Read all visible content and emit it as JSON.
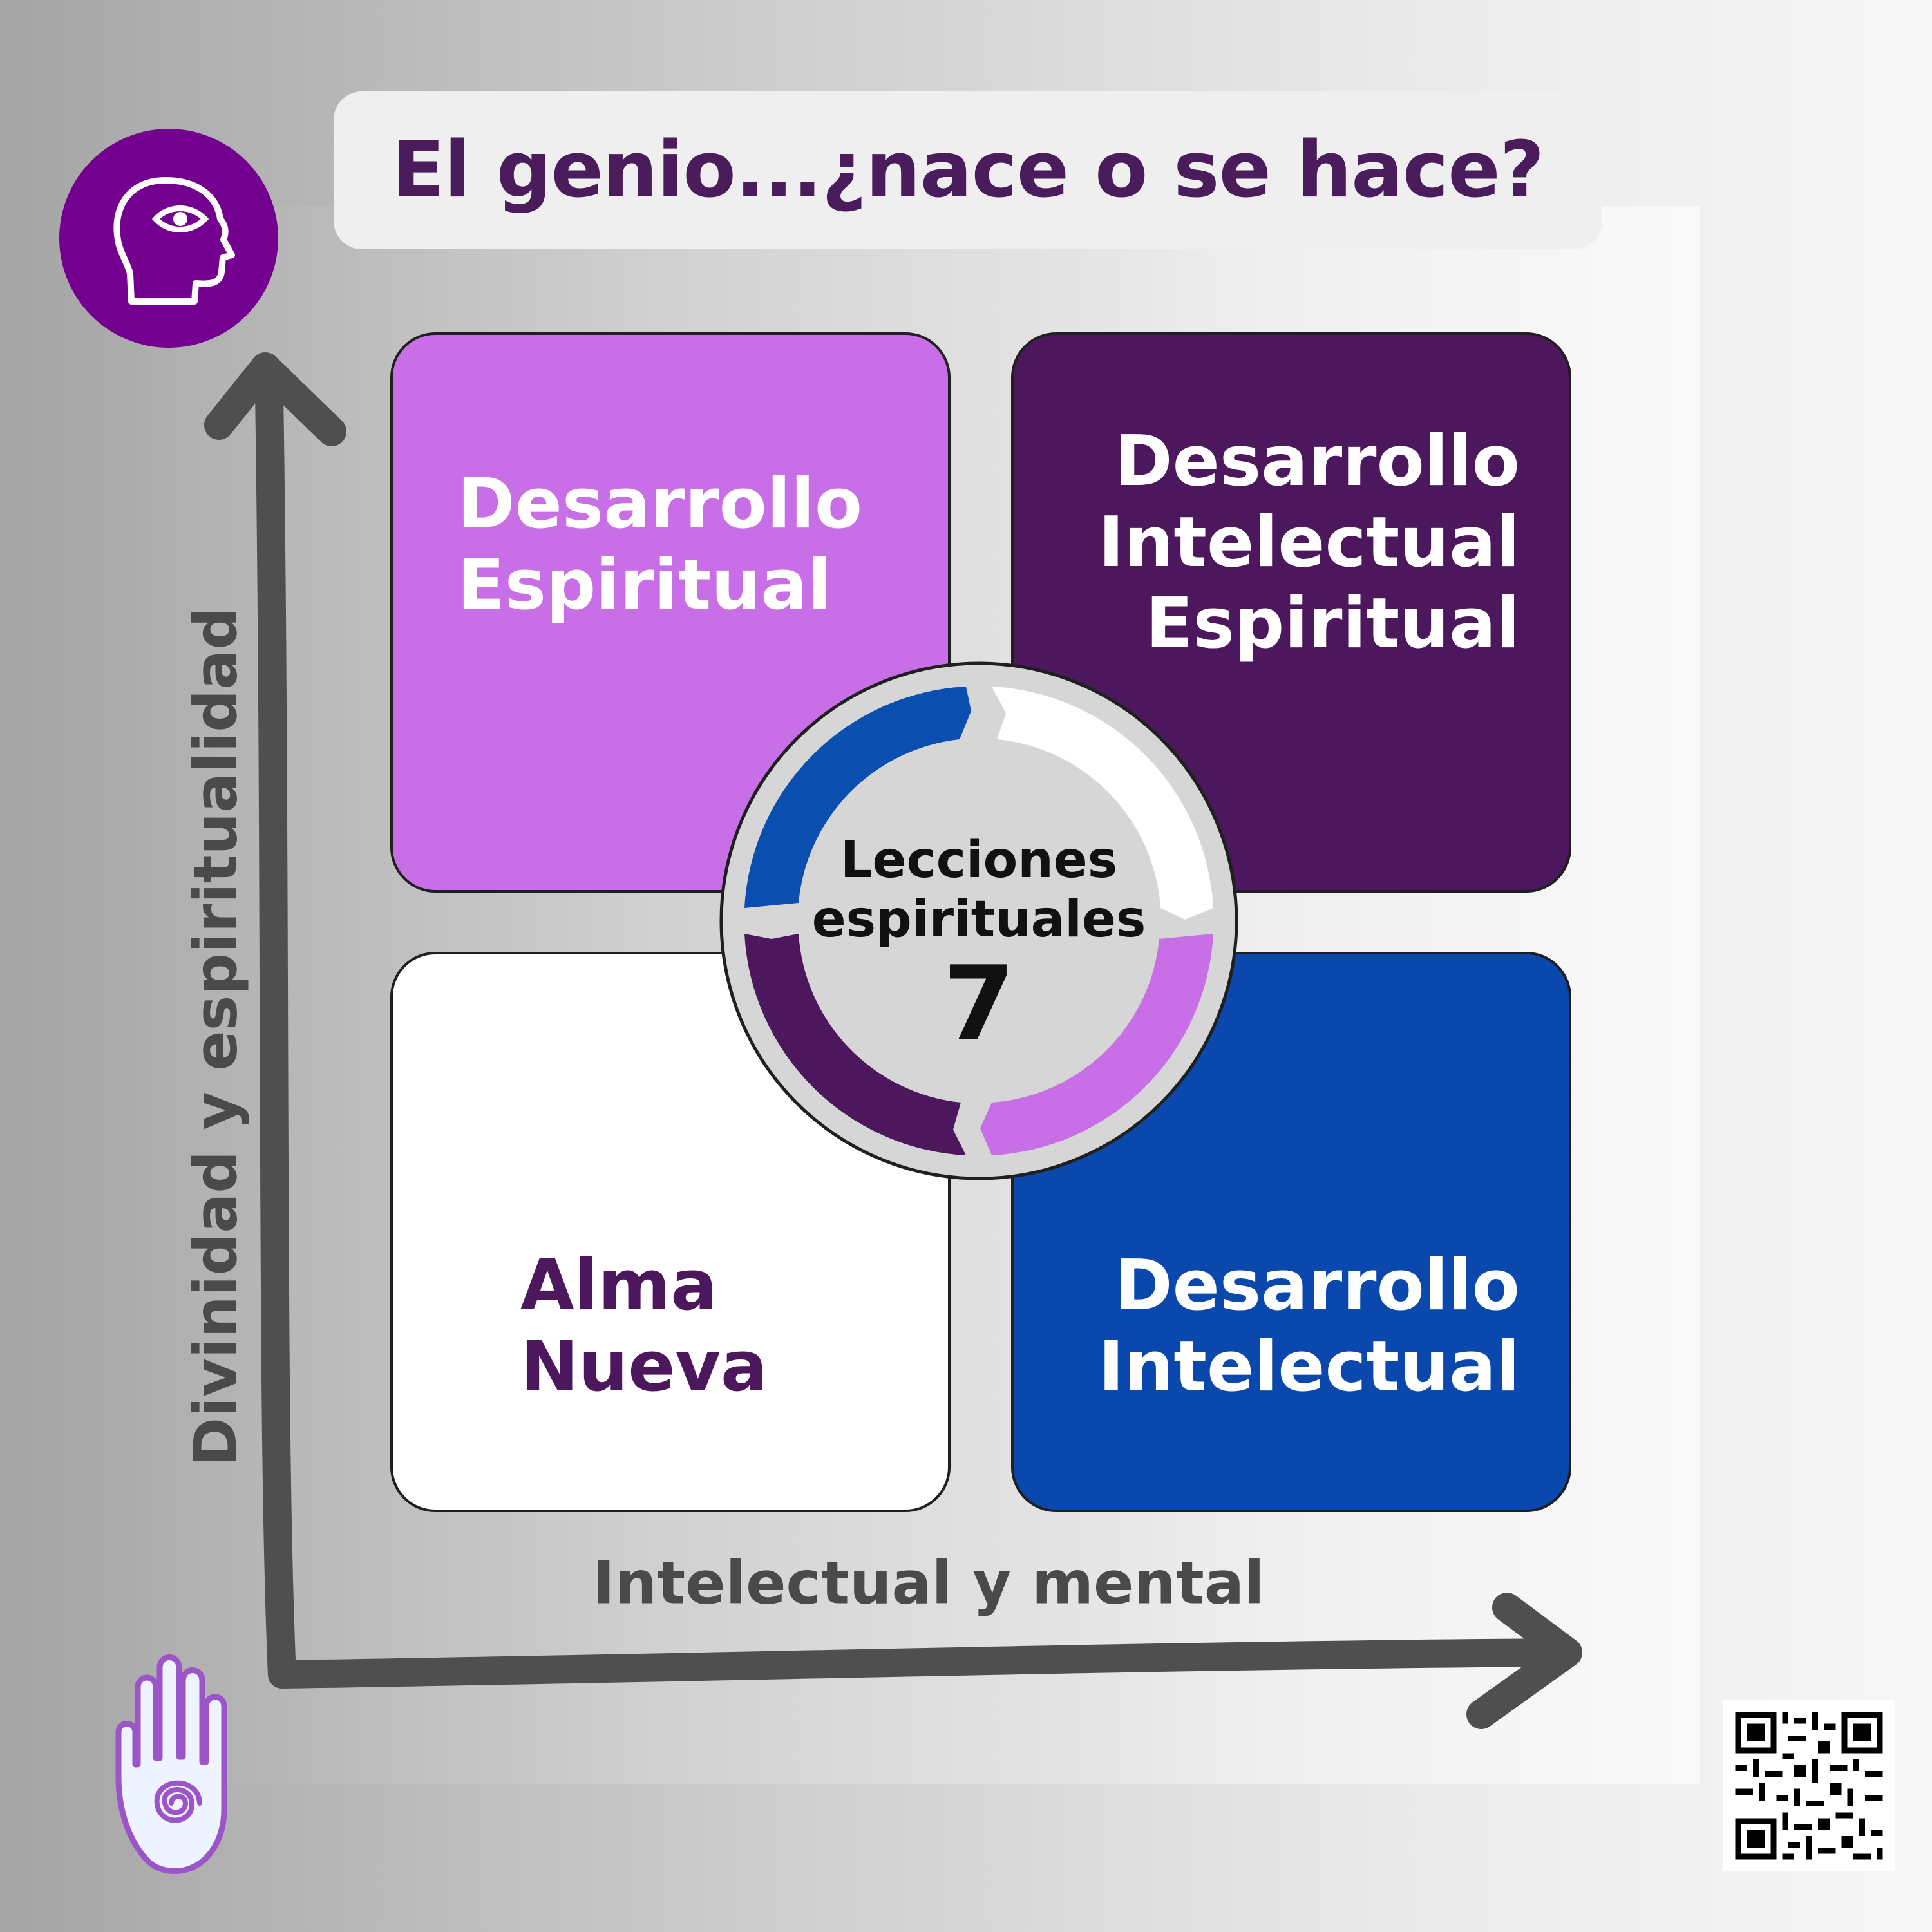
{
  "title": "El genio...¿nace o se hace?",
  "quadrants": {
    "top_left": {
      "lines": [
        "Desarrollo",
        "Espiritual"
      ],
      "color": "#c86ee6"
    },
    "top_right": {
      "lines": [
        "Desarrollo",
        "Intelectual",
        "Espiritual"
      ],
      "color": "#4c175c"
    },
    "bottom_left": {
      "lines": [
        "Alma",
        "Nueva"
      ],
      "color": "#ffffff"
    },
    "bottom_right": {
      "lines": [
        "Desarrollo",
        "Intelectual"
      ],
      "color": "#0a48ad"
    }
  },
  "center": {
    "line1": "Lecciones",
    "line2": "espirituales",
    "number": "7",
    "ring_colors": [
      "#0a4fb0",
      "#ffffff",
      "#c86ee6",
      "#4c175c"
    ]
  },
  "axes": {
    "y_label": "Divinidad y espiritualidad",
    "x_label": "Intelectual y mental"
  },
  "icons": {
    "top": "head-eye-icon",
    "bottom": "hand-spiral-icon",
    "corner": "qr-code"
  },
  "colors": {
    "accent_purple": "#74008f",
    "title_color": "#4a1c5c",
    "axis_color": "#4a4a4a"
  }
}
